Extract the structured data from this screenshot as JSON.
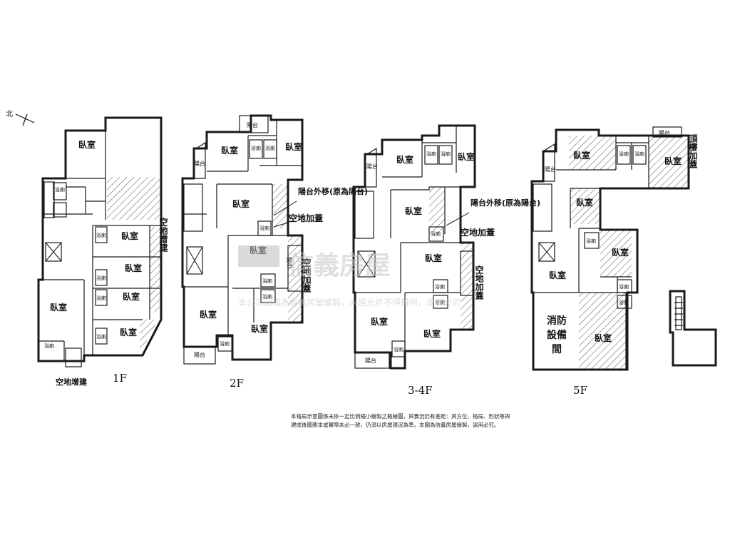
{
  "compass": {
    "label": "北"
  },
  "floors": {
    "f1": {
      "name": "1F"
    },
    "f2": {
      "name": "2F"
    },
    "f34": {
      "name": "3-4F"
    },
    "f5": {
      "name": "5F"
    }
  },
  "labels": {
    "room": "臥室",
    "bath": "浴廁",
    "balcony": "陽台",
    "land_addition": "空地增建",
    "land_cover": "空地加蓋",
    "balcony_moved": "陽台外移(原為陽台)",
    "fire_room": "消防設備間",
    "roof_addition": "頂樓加蓋"
  },
  "watermark": {
    "brand": "信義房屋",
    "sub": "本公司圖檔為信義房屋繪製，未經允許不得轉用，違者必究"
  },
  "note": "本格局示意圖係未依一定比例縮小繪製之概繪圖，與實況仍有差距：其方位、格局、形狀等與建成後圖謄本或實際未必一致，仍須以房屋現況為準。本圖為信義房屋繪製，盜用必究。"
}
